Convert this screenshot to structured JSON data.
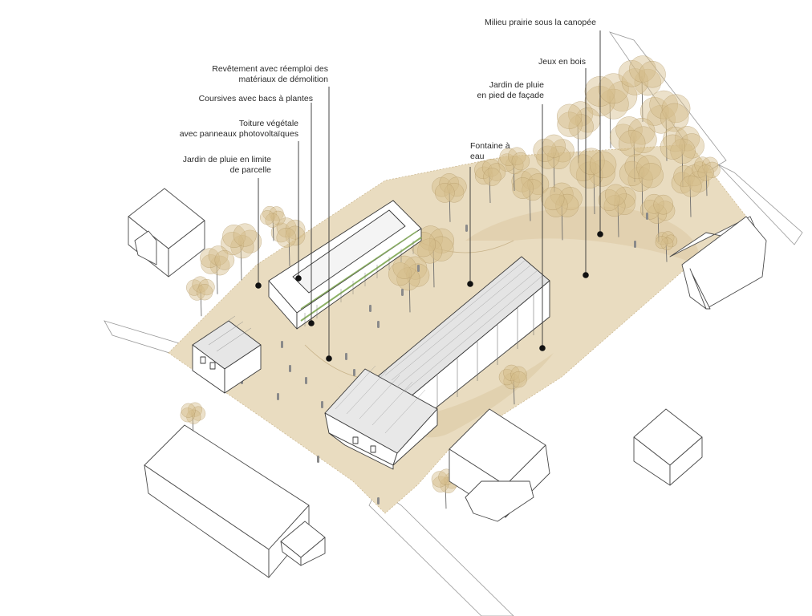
{
  "annotations": [
    {
      "id": "revetement",
      "lines": [
        "Revêtement avec réemploi des",
        "matériaux de démolition"
      ]
    },
    {
      "id": "coursives",
      "lines": [
        "Coursives avec bacs à plantes"
      ]
    },
    {
      "id": "toiture",
      "lines": [
        "Toiture végétale",
        "avec panneaux photovoltaïques"
      ]
    },
    {
      "id": "jardin-limite",
      "lines": [
        "Jardin de pluie en limite",
        "de parcelle"
      ]
    },
    {
      "id": "fontaine",
      "lines": [
        "Fontaine à",
        "eau"
      ]
    },
    {
      "id": "jardin-facade",
      "lines": [
        "Jardin de pluie",
        "en pied de façade"
      ]
    },
    {
      "id": "jeux",
      "lines": [
        "Jeux en bois"
      ]
    },
    {
      "id": "milieu",
      "lines": [
        "Milieu prairie sous la canopée"
      ]
    }
  ],
  "colors": {
    "ground": "#e9dcc0",
    "ground_dark": "#dcc9a3",
    "tree": "#d4bd8a",
    "tree_stroke": "#a98f5c",
    "building": "#ffffff",
    "roof": "#ececec",
    "green_roof": "#8bb063",
    "outline": "#3a3a3a",
    "leader": "#333333"
  }
}
